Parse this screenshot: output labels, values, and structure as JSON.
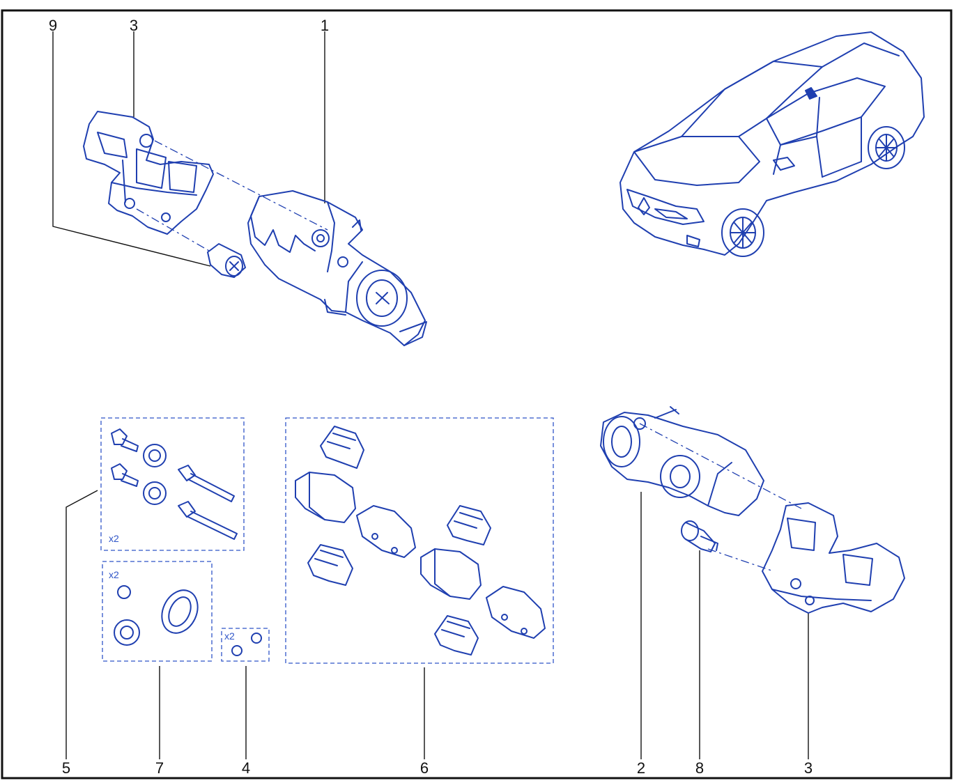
{
  "colors": {
    "line_art": "#1f3fb0",
    "kit_box": "#2f55c8",
    "callout_text": "#111111",
    "frame": "#111111",
    "background": "#ffffff"
  },
  "callouts": {
    "top_9": "9",
    "top_3": "3",
    "top_1": "1",
    "bottom_5": "5",
    "bottom_7": "7",
    "bottom_4": "4",
    "bottom_6": "6",
    "bottom_2": "2",
    "bottom_8": "8",
    "bottom_3": "3"
  },
  "kits": {
    "guide_pin_kit_qty": "x2",
    "seal_kit_qty": "x2",
    "bleed_kit_qty": "x2"
  }
}
